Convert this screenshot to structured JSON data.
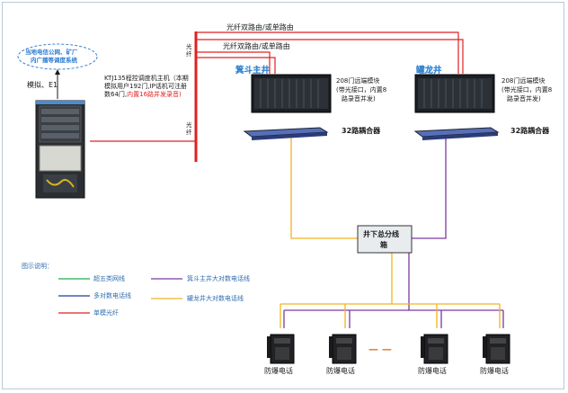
{
  "cloud": {
    "line1": "当地电信公网、矿厂",
    "line2": "内广播等调度系统"
  },
  "label_analog_e1": "模拟、E1",
  "host": {
    "line1": "KTJ135程控调度机主机（本期",
    "line2": "模拟用户192门,IP话机可注册",
    "line3_prefix": "数64门,",
    "line3_red": "内置16路并发录音)"
  },
  "fiber_top": "光纤双路由/或单路由",
  "fiber_mid": "光纤双路由/或单路由",
  "vert_label_top": "光纤",
  "vert_label_bottom": "光纤",
  "site1": {
    "name": "箕斗主井",
    "module": [
      "208门远端模块",
      "(带光接口，内置8",
      "路录音并发)"
    ],
    "combiner": "32路耦合器"
  },
  "site2": {
    "name": "罐龙井",
    "module": [
      "208门远端模块",
      "(带光接口，内置8",
      "路录音并发)"
    ],
    "combiner": "32路耦合器"
  },
  "junction_box": {
    "line1": "井下总分线",
    "line2": "箱"
  },
  "legend": {
    "title": "图示说明：",
    "items": [
      {
        "label": "超五类网线",
        "color": "#1fae4a"
      },
      {
        "label": "多对数电话线",
        "color": "#1e3f9c"
      },
      {
        "label": "单模光纤",
        "color": "#e02020"
      },
      {
        "label": "箕斗主井大对数电话线",
        "color": "#7b3aa2"
      },
      {
        "label": "罐龙井大对数电话线",
        "color": "#f2b320"
      }
    ]
  },
  "phones": [
    "防爆电话",
    "防爆电话",
    "防爆电话",
    "防爆电话"
  ],
  "ellipsis": "— —",
  "colors": {
    "fiber": "#e02020",
    "purple": "#7b3aa2",
    "yellow": "#f2b320",
    "navy": "#1e3f9c",
    "green": "#1fae4a",
    "accent": "#2e7fd0"
  }
}
